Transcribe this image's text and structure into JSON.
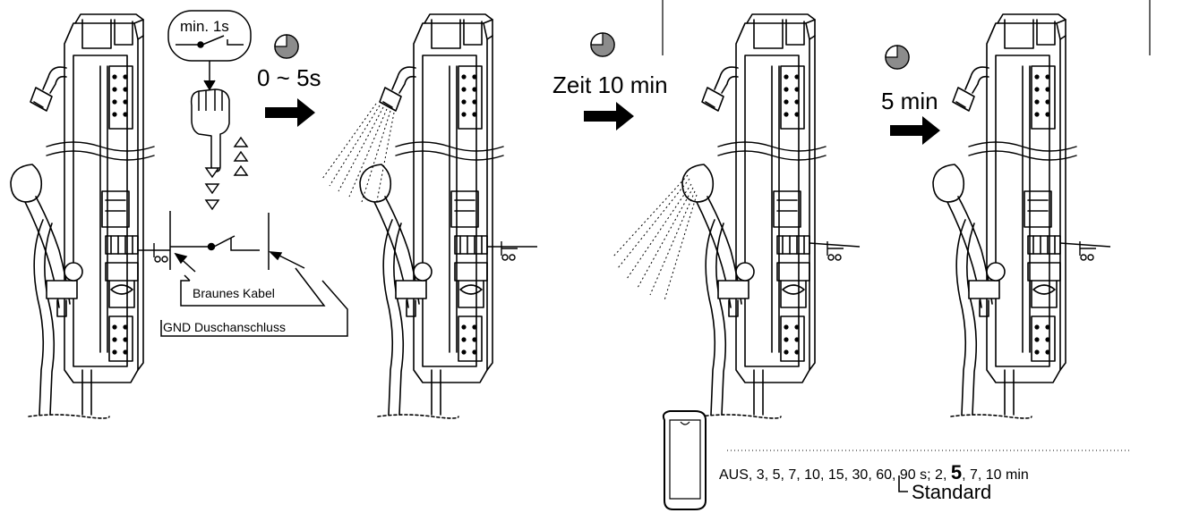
{
  "steps": [
    {
      "time_label": "0 ~ 5s"
    },
    {
      "time_label": "Zeit 10 min"
    },
    {
      "time_label": "5 min"
    }
  ],
  "trigger": {
    "label": "min. 1s"
  },
  "wiring": {
    "cable_label": "Braunes Kabel",
    "gnd_label": "GND Duschanschluss"
  },
  "settings": {
    "options_before": "AUS, 3, 5, 7, 10, 15, 30, 60, 90 s; 2, ",
    "options_default": "5",
    "options_after": ", 7, 10 min",
    "default_label": "Standard"
  },
  "colors": {
    "line": "#000000",
    "clock_fill": "#8c8c8c"
  }
}
